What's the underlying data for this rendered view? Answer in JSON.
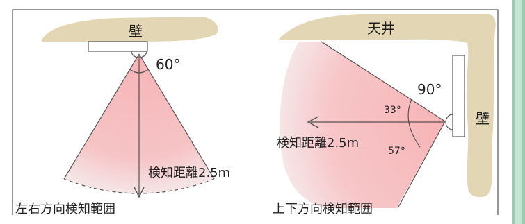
{
  "colors": {
    "wall": "#e3d6b4",
    "fan_fill": "#f7b6b8",
    "fan_fade": "#f3dfe0",
    "sidebar_green": "#98cdb2",
    "line": "#444444"
  },
  "left_panel": {
    "wall_label": "壁",
    "angle_label": "60°",
    "distance_label": "検知距離2.5m",
    "caption": "左右方向検知範囲"
  },
  "right_panel": {
    "ceiling_label": "天井",
    "wall_label": "壁",
    "angle_total_label": "90°",
    "angle_upper_label": "33°",
    "angle_lower_label": "57°",
    "distance_label": "検知距離2.5m",
    "caption": "上下方向検知範囲"
  }
}
